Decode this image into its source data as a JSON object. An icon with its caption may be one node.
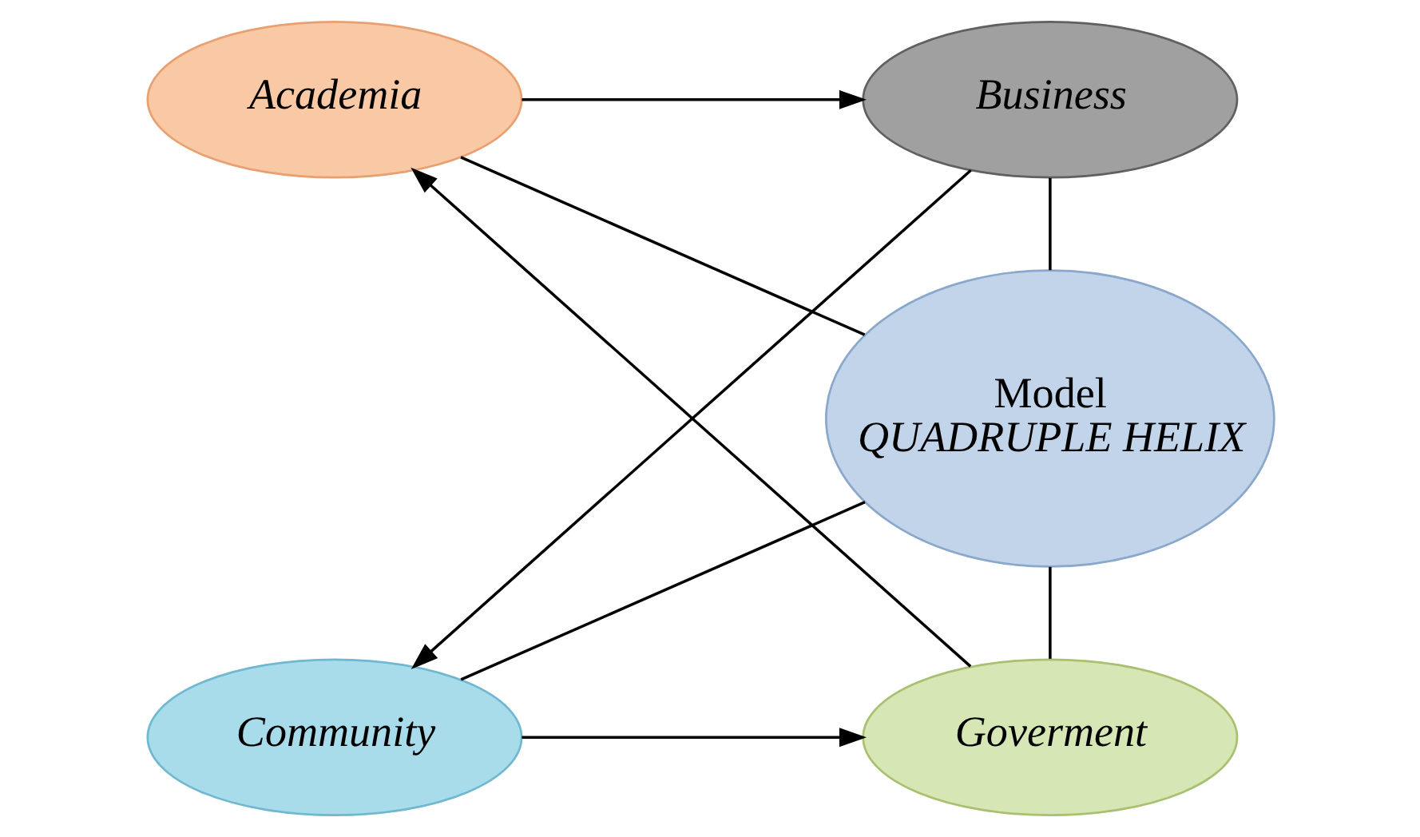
{
  "diagram": {
    "nodes": [
      {
        "text": [
          "Academia"
        ]
      },
      {
        "text": [
          "Business"
        ]
      },
      {
        "text": [
          "Model",
          "QUADRUPLE HELIX"
        ]
      },
      {
        "text": [
          "Goverment"
        ]
      },
      {
        "text": [
          "Community"
        ]
      }
    ],
    "edges": [
      {
        "from": 0,
        "to": 1,
        "arrow": "to"
      },
      {
        "from": 1,
        "to": 4,
        "arrow": "to"
      },
      {
        "from": 4,
        "to": 3,
        "arrow": "to"
      },
      {
        "from": 3,
        "to": 0,
        "arrow": "to"
      },
      {
        "from": 0,
        "to": 2,
        "arrow": "none"
      },
      {
        "from": 1,
        "to": 2,
        "arrow": "none"
      },
      {
        "from": 2,
        "to": 3,
        "arrow": "none"
      },
      {
        "from": 2,
        "to": 4,
        "arrow": "none"
      }
    ]
  }
}
